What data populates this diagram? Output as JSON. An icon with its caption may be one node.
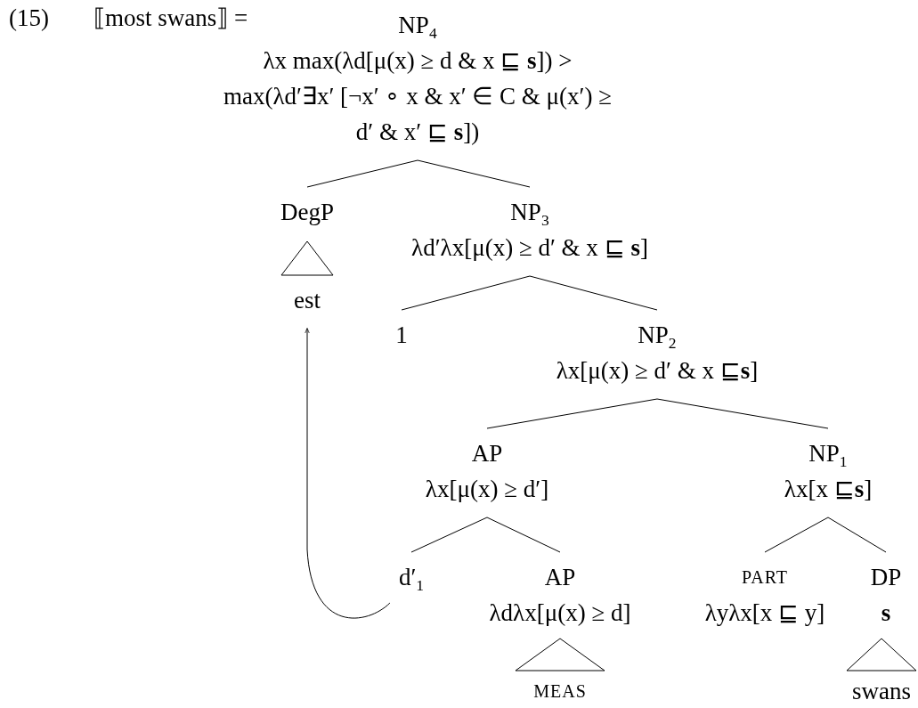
{
  "diagram": {
    "nodes": [
      {
        "text": [
          "NP$_{4}$",
          "λx max(λd[μ(x) ≥ d & x ⊑ **s**]) > max(λd′∃x′ [¬x′ ∘ x & x′ ∈ C & μ(x′) ≥ d′ & x′ ⊑ **s**])"
        ]
      },
      {
        "text": [
          "DegP"
        ]
      },
      {
        "text": [],
        "shape": "triangle"
      },
      {
        "text": [
          "est"
        ]
      },
      {
        "text": [
          "NP$_{3}$",
          "λd′λx[μ(x) ≥ d′ & x ⊑ **s**]"
        ]
      },
      {
        "text": [
          "1"
        ]
      },
      {
        "text": [
          "NP$_{2}$",
          "λx[μ(x) ≥ d′ & x ⊑**s**]"
        ]
      },
      {
        "text": [
          "AP",
          "λx[μ(x) ≥ d′]"
        ]
      },
      {
        "text": [
          "NP$_{1}$",
          "λx[x ⊑**s**]"
        ]
      },
      {
        "text": [
          "d′$_{1}$"
        ]
      },
      {
        "text": [
          "AP",
          "λdλx[μ(x) ≥ d]"
        ]
      },
      {
        "text": [],
        "shape": "triangle"
      },
      {
        "text": [
          "MEAS"
        ]
      },
      {
        "text": [
          "PART",
          "λyλx[x ⊑ y]"
        ]
      },
      {
        "text": [
          "DP",
          "s"
        ]
      },
      {
        "text": [],
        "shape": "triangle"
      },
      {
        "text": [
          "swans"
        ]
      }
    ],
    "edges": [
      {
        "from": 0,
        "to": 1,
        "arrow": "none"
      },
      {
        "from": 0,
        "to": 4,
        "arrow": "none"
      },
      {
        "from": 4,
        "to": 5,
        "arrow": "none"
      },
      {
        "from": 4,
        "to": 6,
        "arrow": "none"
      },
      {
        "from": 6,
        "to": 7,
        "arrow": "none"
      },
      {
        "from": 6,
        "to": 8,
        "arrow": "none"
      },
      {
        "from": 7,
        "to": 9,
        "arrow": "none"
      },
      {
        "from": 7,
        "to": 10,
        "arrow": "none"
      },
      {
        "from": 8,
        "to": 13,
        "arrow": "none"
      },
      {
        "from": 8,
        "to": 14,
        "arrow": "none"
      },
      {
        "from": 9,
        "to": 3,
        "arrow": "to"
      }
    ],
    "labels": [
      "(15)",
      "⟦most swans⟧ ="
    ]
  }
}
